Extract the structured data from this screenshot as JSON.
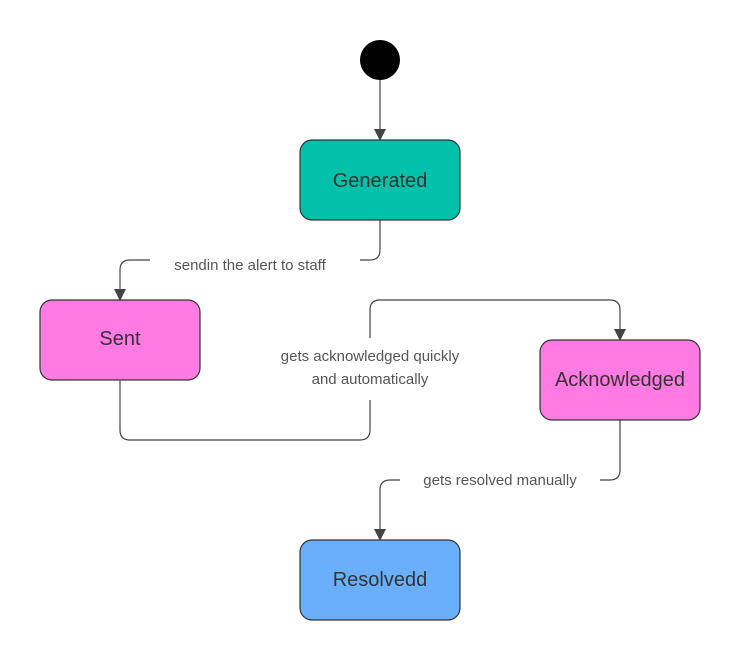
{
  "colors": {
    "generated": "#00c1aa",
    "sent": "#ff7ae3",
    "acknowledged": "#ff7ae3",
    "resolved": "#6aaffc",
    "initial": "#000000",
    "line": "#444444",
    "state_text": "#333333",
    "edge_text": "#555555"
  },
  "states": {
    "generated": "Generated",
    "sent": "Sent",
    "acknowledged": "Acknowledged",
    "resolved": "Resolvedd"
  },
  "transitions": {
    "generated_to_sent": "sendin the alert to staff",
    "sent_to_acknowledged_line1": "gets acknowledged quickly",
    "sent_to_acknowledged_line2": "and automatically",
    "acknowledged_to_resolved": "gets resolved manually"
  }
}
